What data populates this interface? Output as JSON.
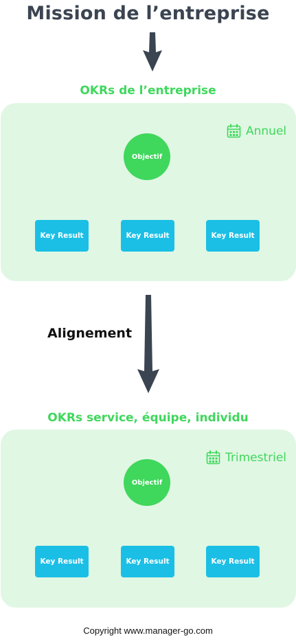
{
  "page": {
    "title": "Mission de l’entreprise",
    "alignment_label": "Alignement",
    "copyright": "Copyright www.manager-go.com"
  },
  "colors": {
    "title": "#3b4451",
    "green": "#3fd75c",
    "panel": "#e0f7e3",
    "key_result": "#1bbfe6",
    "connector": "#27a9c7",
    "big_arrow": "#3b4451"
  },
  "company_okrs": {
    "heading": "OKRs de l’entreprise",
    "period": "Annuel",
    "period_icon": "calendar-icon",
    "objective": "Objectif",
    "key_results": [
      "Key Result",
      "Key Result",
      "Key Result"
    ]
  },
  "team_okrs": {
    "heading": "OKRs service, équipe, individu",
    "period": "Trimestriel",
    "period_icon": "calendar-icon",
    "objective": "Objectif",
    "key_results": [
      "Key Result",
      "Key Result",
      "Key Result"
    ]
  }
}
